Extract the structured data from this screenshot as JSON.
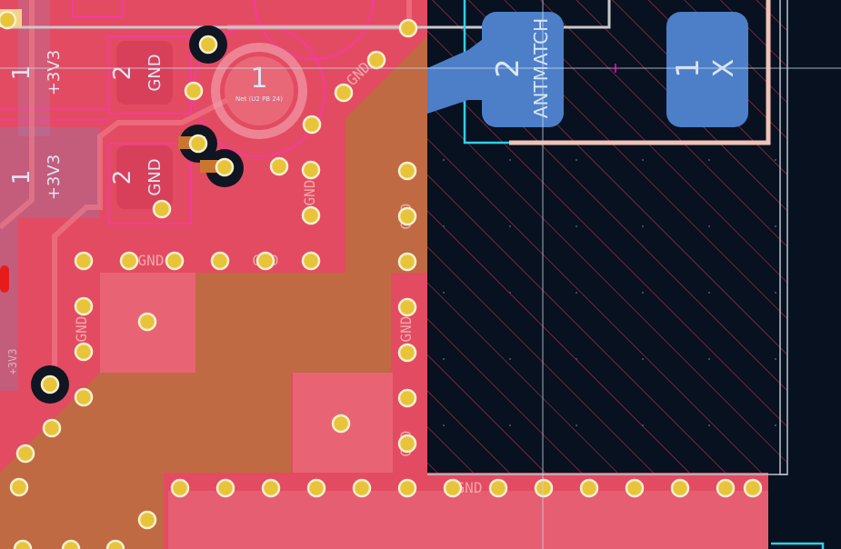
{
  "view": {
    "app_context": "PCB layout editor canvas",
    "colors": {
      "background": "#07111f",
      "copper_fill": "#e34b62",
      "copper_fill_light": "#ea6f7d",
      "copper_inner": "#b8703e",
      "via": "#e8c43a",
      "pad_blue": "#4c7fc8",
      "edge_cuts": "#f0c2b8",
      "fab_outline": "#c9c9c9",
      "courtyard": "#2fd0e6",
      "hatch": "#d13553",
      "cursor": "#c9d4e6",
      "magenta": "#ff2fd0"
    }
  },
  "labels": {
    "pad_antmatch_number": "2",
    "pad_antmatch_name": "ANTMATCH",
    "pad_x_number": "1",
    "pad_x_name": "X",
    "pad_3v3_a_number": "1",
    "pad_3v3_a_name": "+3V3",
    "pad_gnd_a_number": "2",
    "pad_gnd_a_name": "GND",
    "pad_3v3_b_number": "1",
    "pad_3v3_b_name": "+3V3",
    "pad_gnd_b_number": "2",
    "pad_gnd_b_name": "GND",
    "hole_number": "1",
    "hole_net": "Net (U2 PB 24)",
    "net_gnd": "GND",
    "net_3v3": "+3V3"
  }
}
